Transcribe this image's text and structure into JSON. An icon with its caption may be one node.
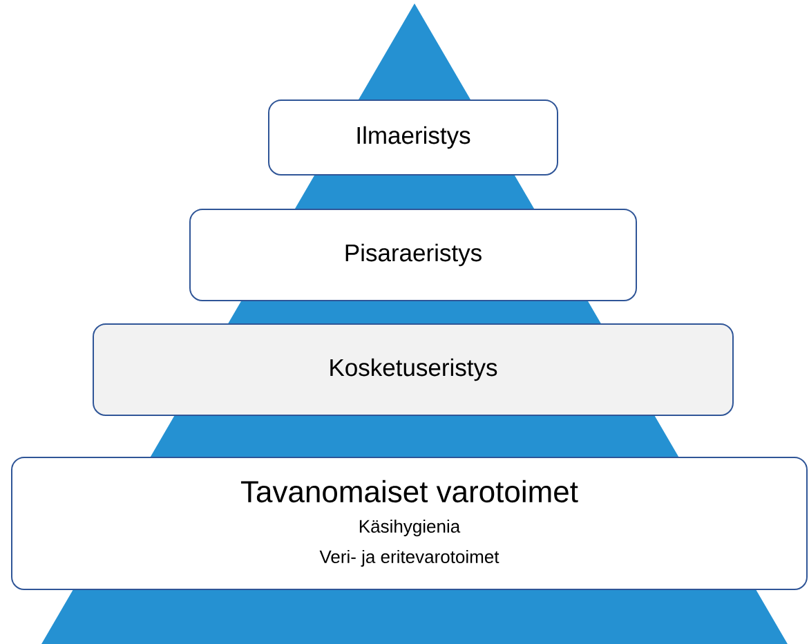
{
  "diagram": {
    "nodes": [
      {
        "text": [
          "Ilmaeristys"
        ]
      },
      {
        "text": [
          "Pisaraeristys"
        ]
      },
      {
        "text": [
          "Kosketuseristys"
        ]
      },
      {
        "text": [
          "Tavanomaiset varotoimet",
          "Käsihygienia",
          "Veri- ja eritevarotoimet"
        ]
      }
    ]
  }
}
